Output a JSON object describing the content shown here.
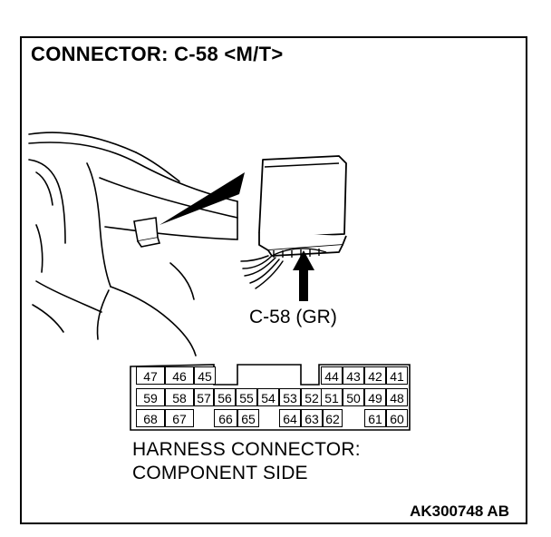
{
  "title": "CONNECTOR: C-58 <M/T>",
  "callout_label": "C-58 (GR)",
  "caption": {
    "line1": "HARNESS CONNECTOR:",
    "line2": "COMPONENT SIDE"
  },
  "figure_id": "AK300748 AB",
  "connector": {
    "rows": [
      [
        "47",
        "46",
        "45",
        "",
        "",
        "",
        "",
        "",
        "",
        "44",
        "43",
        "42",
        "41"
      ],
      [
        "59",
        "58",
        "57",
        "56",
        "55",
        "54",
        "53",
        "52",
        "51",
        "50",
        "49",
        "48",
        ""
      ],
      [
        "68",
        "67",
        "",
        "66",
        "65",
        "",
        "64",
        "63",
        "62",
        "",
        "61",
        "60",
        ""
      ]
    ]
  }
}
